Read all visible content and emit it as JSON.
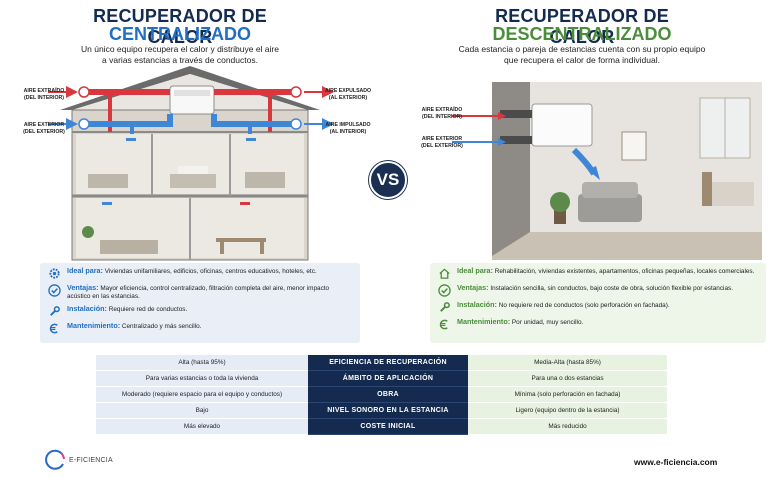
{
  "left": {
    "title": "RECUPERADOR DE CALOR",
    "title_accent": "CENTRALIZADO",
    "subtitle_line1": "Un único equipo recupera el calor y distribuye el aire",
    "subtitle_line2": "a varias estancias a través de conductos.",
    "labels": {
      "extraido_1": "AIRE EXTRAÍDO",
      "extraido_2": "(DEL INTERIOR)",
      "expulsado_1": "AIRE EXPULSADO",
      "expulsado_2": "(AL EXTERIOR)",
      "exterior_1": "AIRE EXTERIOR",
      "exterior_2": "(DEL EXTERIOR)",
      "impulsado_1": "AIRE IMPULSADO",
      "impulsado_2": "(AL INTERIOR)"
    },
    "info": [
      {
        "key": "Ideal para:",
        "text": "Viviendas unifamiliares, edificios, oficinas, centros educativos, hoteles, etc.",
        "icon": "gear-icon"
      },
      {
        "key": "Ventajas:",
        "text": "Mayor eficiencia, control centralizado, filtración completa del aire, menor impacto acústico en las estancias.",
        "icon": "check-circle-icon"
      },
      {
        "key": "Instalación:",
        "text": "Requiere red de conductos.",
        "icon": "wrench-icon"
      },
      {
        "key": "Mantenimiento:",
        "text": "Centralizado y más sencillo.",
        "icon": "euro-icon"
      }
    ]
  },
  "right": {
    "title": "RECUPERADOR DE CALOR",
    "title_accent": "DESCENTRALIZADO",
    "subtitle_line1": "Cada estancia o pareja de estancias cuenta con su propio equipo",
    "subtitle_line2": "que recupera el calor de forma individual.",
    "labels": {
      "extraido_1": "AIRE EXTRAÍDO",
      "extraido_2": "(DEL INTERIOR)",
      "exterior_1": "AIRE EXTERIOR",
      "exterior_2": "(DEL EXTERIOR)"
    },
    "info": [
      {
        "key": "Ideal para:",
        "text": "Rehabilitación, viviendas existentes, apartamentos, oficinas pequeñas, locales comerciales.",
        "icon": "house-icon"
      },
      {
        "key": "Ventajas:",
        "text": "Instalación sencilla, sin conductos, bajo coste de obra, solución flexible por estancias.",
        "icon": "check-circle-icon"
      },
      {
        "key": "Instalación:",
        "text": "No requiere red de conductos (solo perforación en fachada).",
        "icon": "wrench-icon"
      },
      {
        "key": "Mantenimiento:",
        "text": "Por unidad, muy sencillo.",
        "icon": "euro-icon"
      }
    ]
  },
  "vs": "VS",
  "table": [
    {
      "left": "Alta (hasta 95%)",
      "mid": "EFICIENCIA DE RECUPERACIÓN",
      "right": "Media-Alta (hasta 85%)"
    },
    {
      "left": "Para varias estancias o toda la vivienda",
      "mid": "ÁMBITO DE APLICACIÓN",
      "right": "Para una o dos estancias"
    },
    {
      "left": "Moderado (requiere espacio para el equipo y conductos)",
      "mid": "OBRA",
      "right": "Mínima (solo perforación en fachada)"
    },
    {
      "left": "Bajo",
      "mid": "NIVEL SONORO EN LA ESTANCIA",
      "right": "Ligero (equipo dentro de la estancia)"
    },
    {
      "left": "Más elevado",
      "mid": "COSTE INICIAL",
      "right": "Más reducido"
    }
  ],
  "footer": {
    "logo": "E-FICIENCIA",
    "url": "www.e-ficiencia.com"
  },
  "colors": {
    "navy": "#142a4f",
    "blue": "#1f6fc4",
    "green": "#4a8d3a",
    "red_duct": "#d9363e",
    "blue_duct": "#3f86d6"
  }
}
